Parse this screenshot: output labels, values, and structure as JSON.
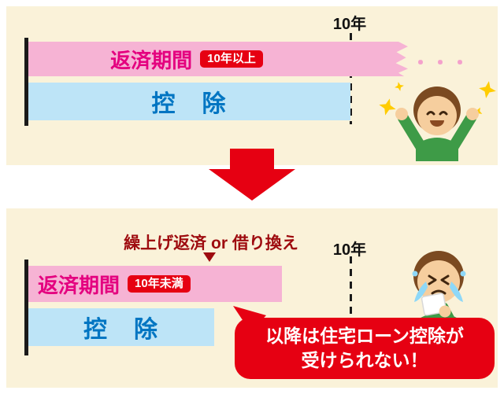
{
  "colors": {
    "panel_bg": "#FAF2D9",
    "pink_bar": "#F6B3D4",
    "pink_text": "#E4007F",
    "blue_bar": "#BDE4F7",
    "blue_text": "#0075C2",
    "accent_red": "#E60012",
    "dark_red_text": "#9E0B0F"
  },
  "icons": {
    "transition": "down-arrow-icon",
    "annotation_pointer": "pointer-down-icon",
    "top_character": "happy-person",
    "bottom_character": "crying-person"
  },
  "top": {
    "year_label": "10年",
    "repayment": {
      "label": "返済期間",
      "badge": "10年以上"
    },
    "deduction_label": "控　除",
    "dots": "・・・"
  },
  "bottom": {
    "annotation": "繰上げ返済 or 借り換え",
    "year_label": "10年",
    "repayment": {
      "label": "返済期間",
      "badge": "10年未満"
    },
    "deduction_label": "控　除",
    "bubble": {
      "line1": "以降は住宅ローン控除が",
      "line2": "受けられない！"
    }
  }
}
